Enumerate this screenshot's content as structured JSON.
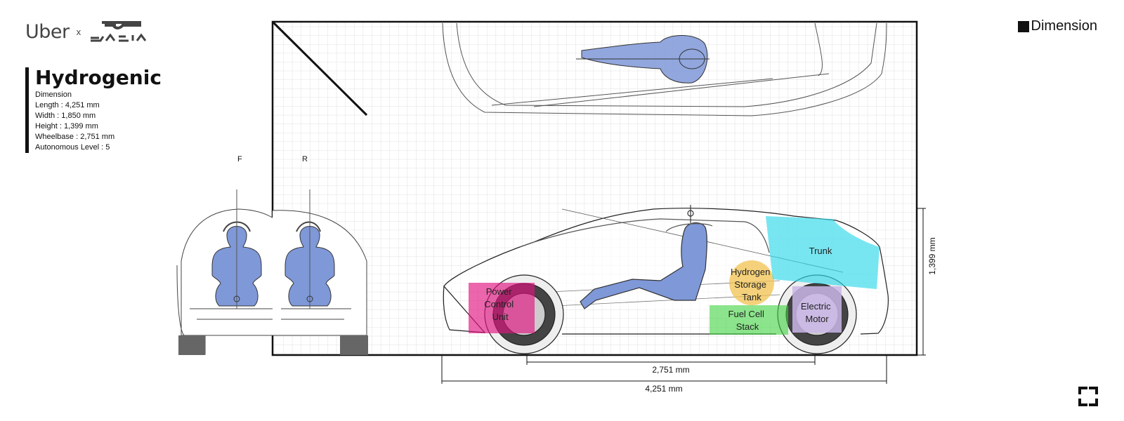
{
  "brand": {
    "uber": "Uber",
    "x": "x",
    "partner_logo": "Dacia"
  },
  "spec": {
    "title": "Hydrogenic",
    "lines": [
      "Dimension",
      "Length : 4,251 mm",
      "Width : 1,850 mm",
      "Height : 1,399 mm",
      "Wheelbase : 2,751 mm",
      "Autonomous Level : 5"
    ]
  },
  "section_label": "Dimension",
  "view_labels": {
    "front": "F",
    "rear": "R"
  },
  "components": [
    {
      "label_lines": [
        "Power",
        "Control",
        "Unit"
      ],
      "color": "#e0147f"
    },
    {
      "label_lines": [
        "Hydrogen",
        "Storage",
        "Tank"
      ],
      "color": "#f2c24f"
    },
    {
      "label_lines": [
        "Fuel Cell",
        "Stack"
      ],
      "color": "#3fd43f"
    },
    {
      "label_lines": [
        "Electric",
        "Motor"
      ],
      "color": "#c9b6e8"
    },
    {
      "label_lines": [
        "Trunk"
      ],
      "color": "#2fd9ea"
    }
  ],
  "dimensions": {
    "wheelbase": "2,751 mm",
    "length": "4,251 mm",
    "height": "1,399 mm"
  },
  "colors": {
    "occupant": "#7f98d8",
    "grid": "#d9d9d9",
    "frame": "#111111"
  }
}
